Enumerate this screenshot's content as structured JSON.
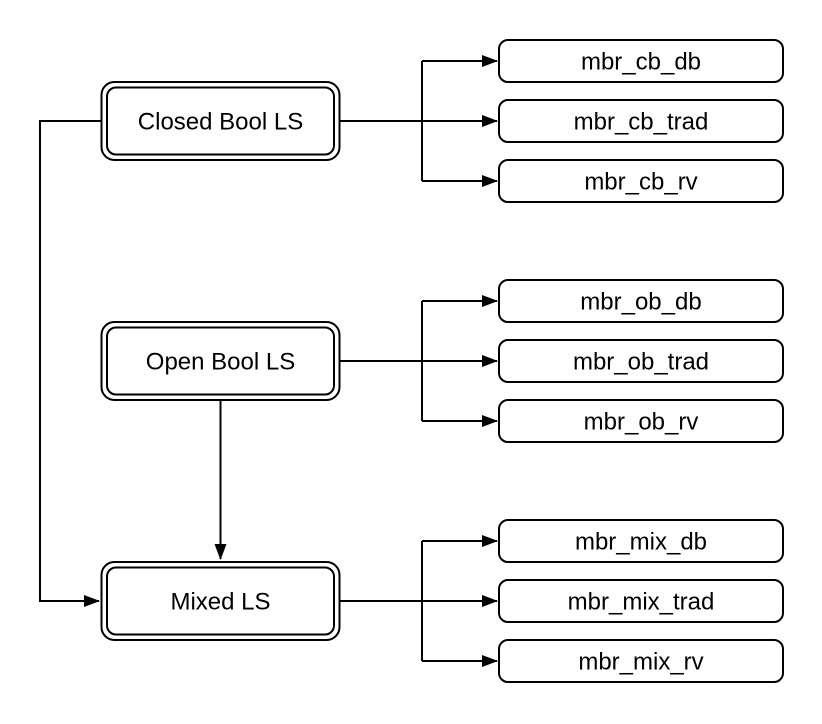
{
  "diagram": {
    "colors": {
      "bg": "#ffffff",
      "line": "#000000",
      "text": "#000000"
    },
    "groups": [
      {
        "label": "Closed Bool LS",
        "members": [
          "mbr_cb_db",
          "mbr_cb_trad",
          "mbr_cb_rv"
        ]
      },
      {
        "label": "Open Bool LS",
        "members": [
          "mbr_ob_db",
          "mbr_ob_trad",
          "mbr_ob_rv"
        ]
      },
      {
        "label": "Mixed LS",
        "members": [
          "mbr_mix_db",
          "mbr_mix_trad",
          "mbr_mix_rv"
        ]
      }
    ],
    "edges": [
      {
        "from": "Closed Bool LS",
        "to": "mbr_cb_db"
      },
      {
        "from": "Closed Bool LS",
        "to": "mbr_cb_trad"
      },
      {
        "from": "Closed Bool LS",
        "to": "mbr_cb_rv"
      },
      {
        "from": "Open Bool LS",
        "to": "mbr_ob_db"
      },
      {
        "from": "Open Bool LS",
        "to": "mbr_ob_trad"
      },
      {
        "from": "Open Bool LS",
        "to": "mbr_ob_rv"
      },
      {
        "from": "Mixed LS",
        "to": "mbr_mix_db"
      },
      {
        "from": "Mixed LS",
        "to": "mbr_mix_trad"
      },
      {
        "from": "Mixed LS",
        "to": "mbr_mix_rv"
      },
      {
        "from": "Closed Bool LS",
        "to": "Mixed LS"
      },
      {
        "from": "Open Bool LS",
        "to": "Mixed LS"
      }
    ]
  }
}
